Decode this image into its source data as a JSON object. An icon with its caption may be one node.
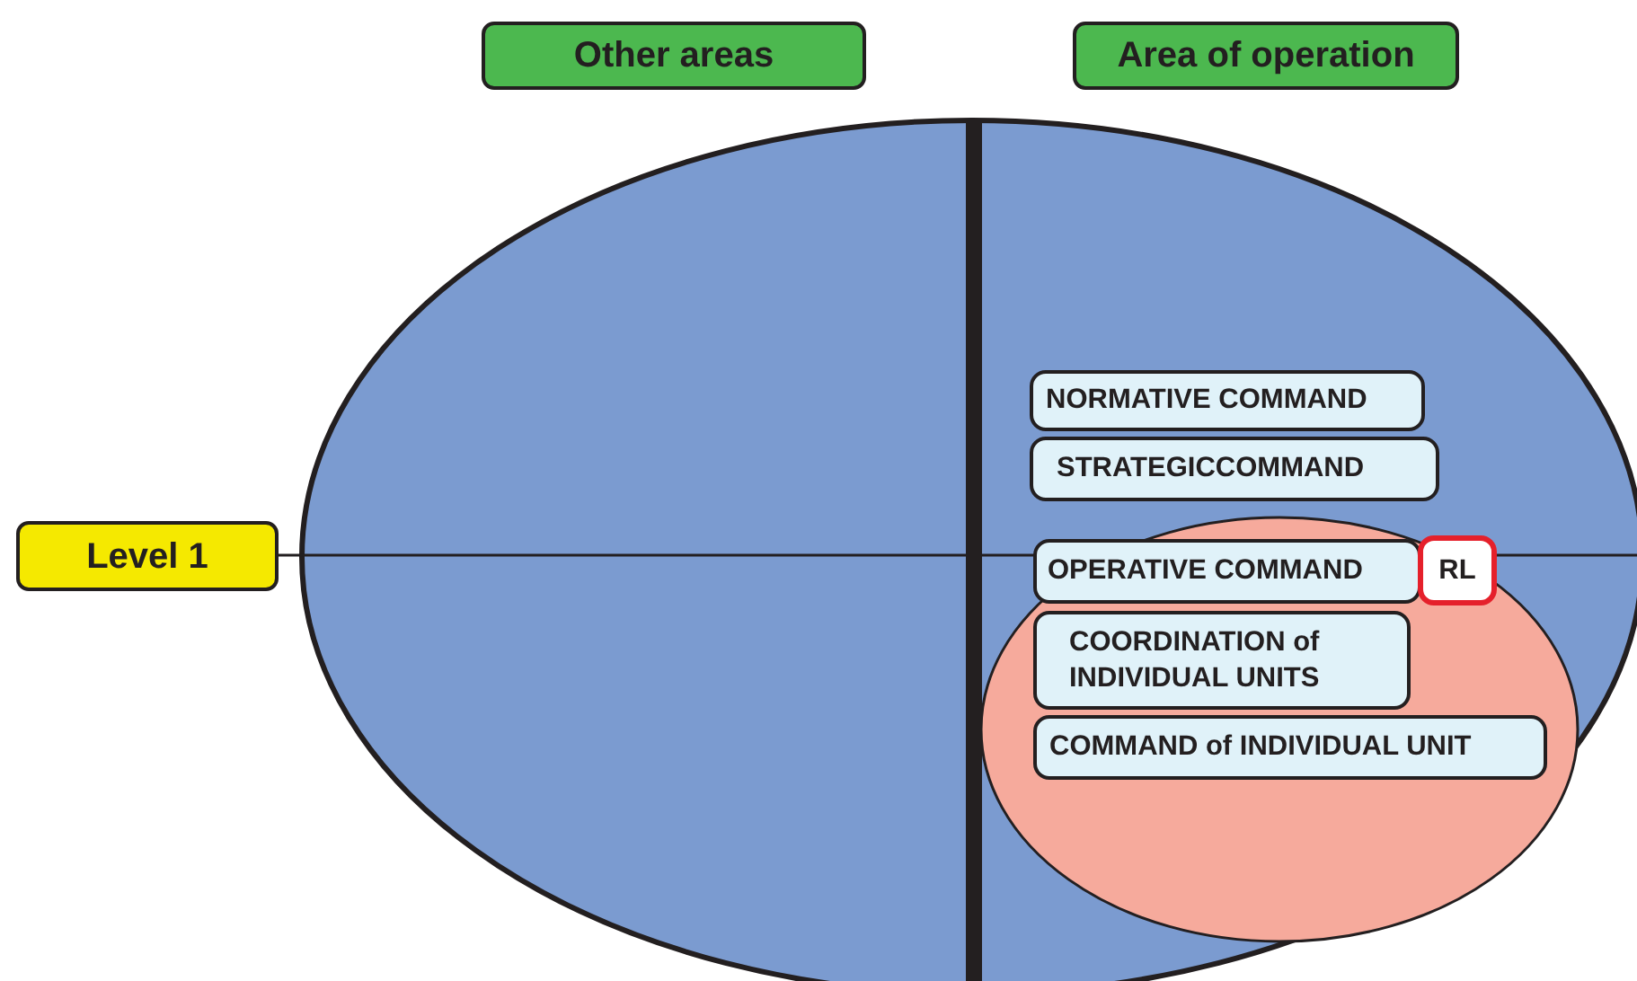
{
  "diagram": {
    "nodes": [
      {
        "text": [
          "Other areas"
        ]
      },
      {
        "text": [
          "Area of operation"
        ]
      },
      {
        "text": [
          "Level 1"
        ]
      },
      {
        "text": [
          "NORMATIVE COMMAND"
        ]
      },
      {
        "text": [
          "STRATEGICCOMMAND"
        ]
      },
      {
        "text": [
          "OPERATIVE COMMAND"
        ]
      },
      {
        "text": [
          "RL"
        ]
      },
      {
        "text": [
          "COORDINATION of INDIVIDUAL UNITS"
        ]
      },
      {
        "text": [
          "COMMAND of INDIVIDUAL UNIT"
        ]
      }
    ]
  }
}
